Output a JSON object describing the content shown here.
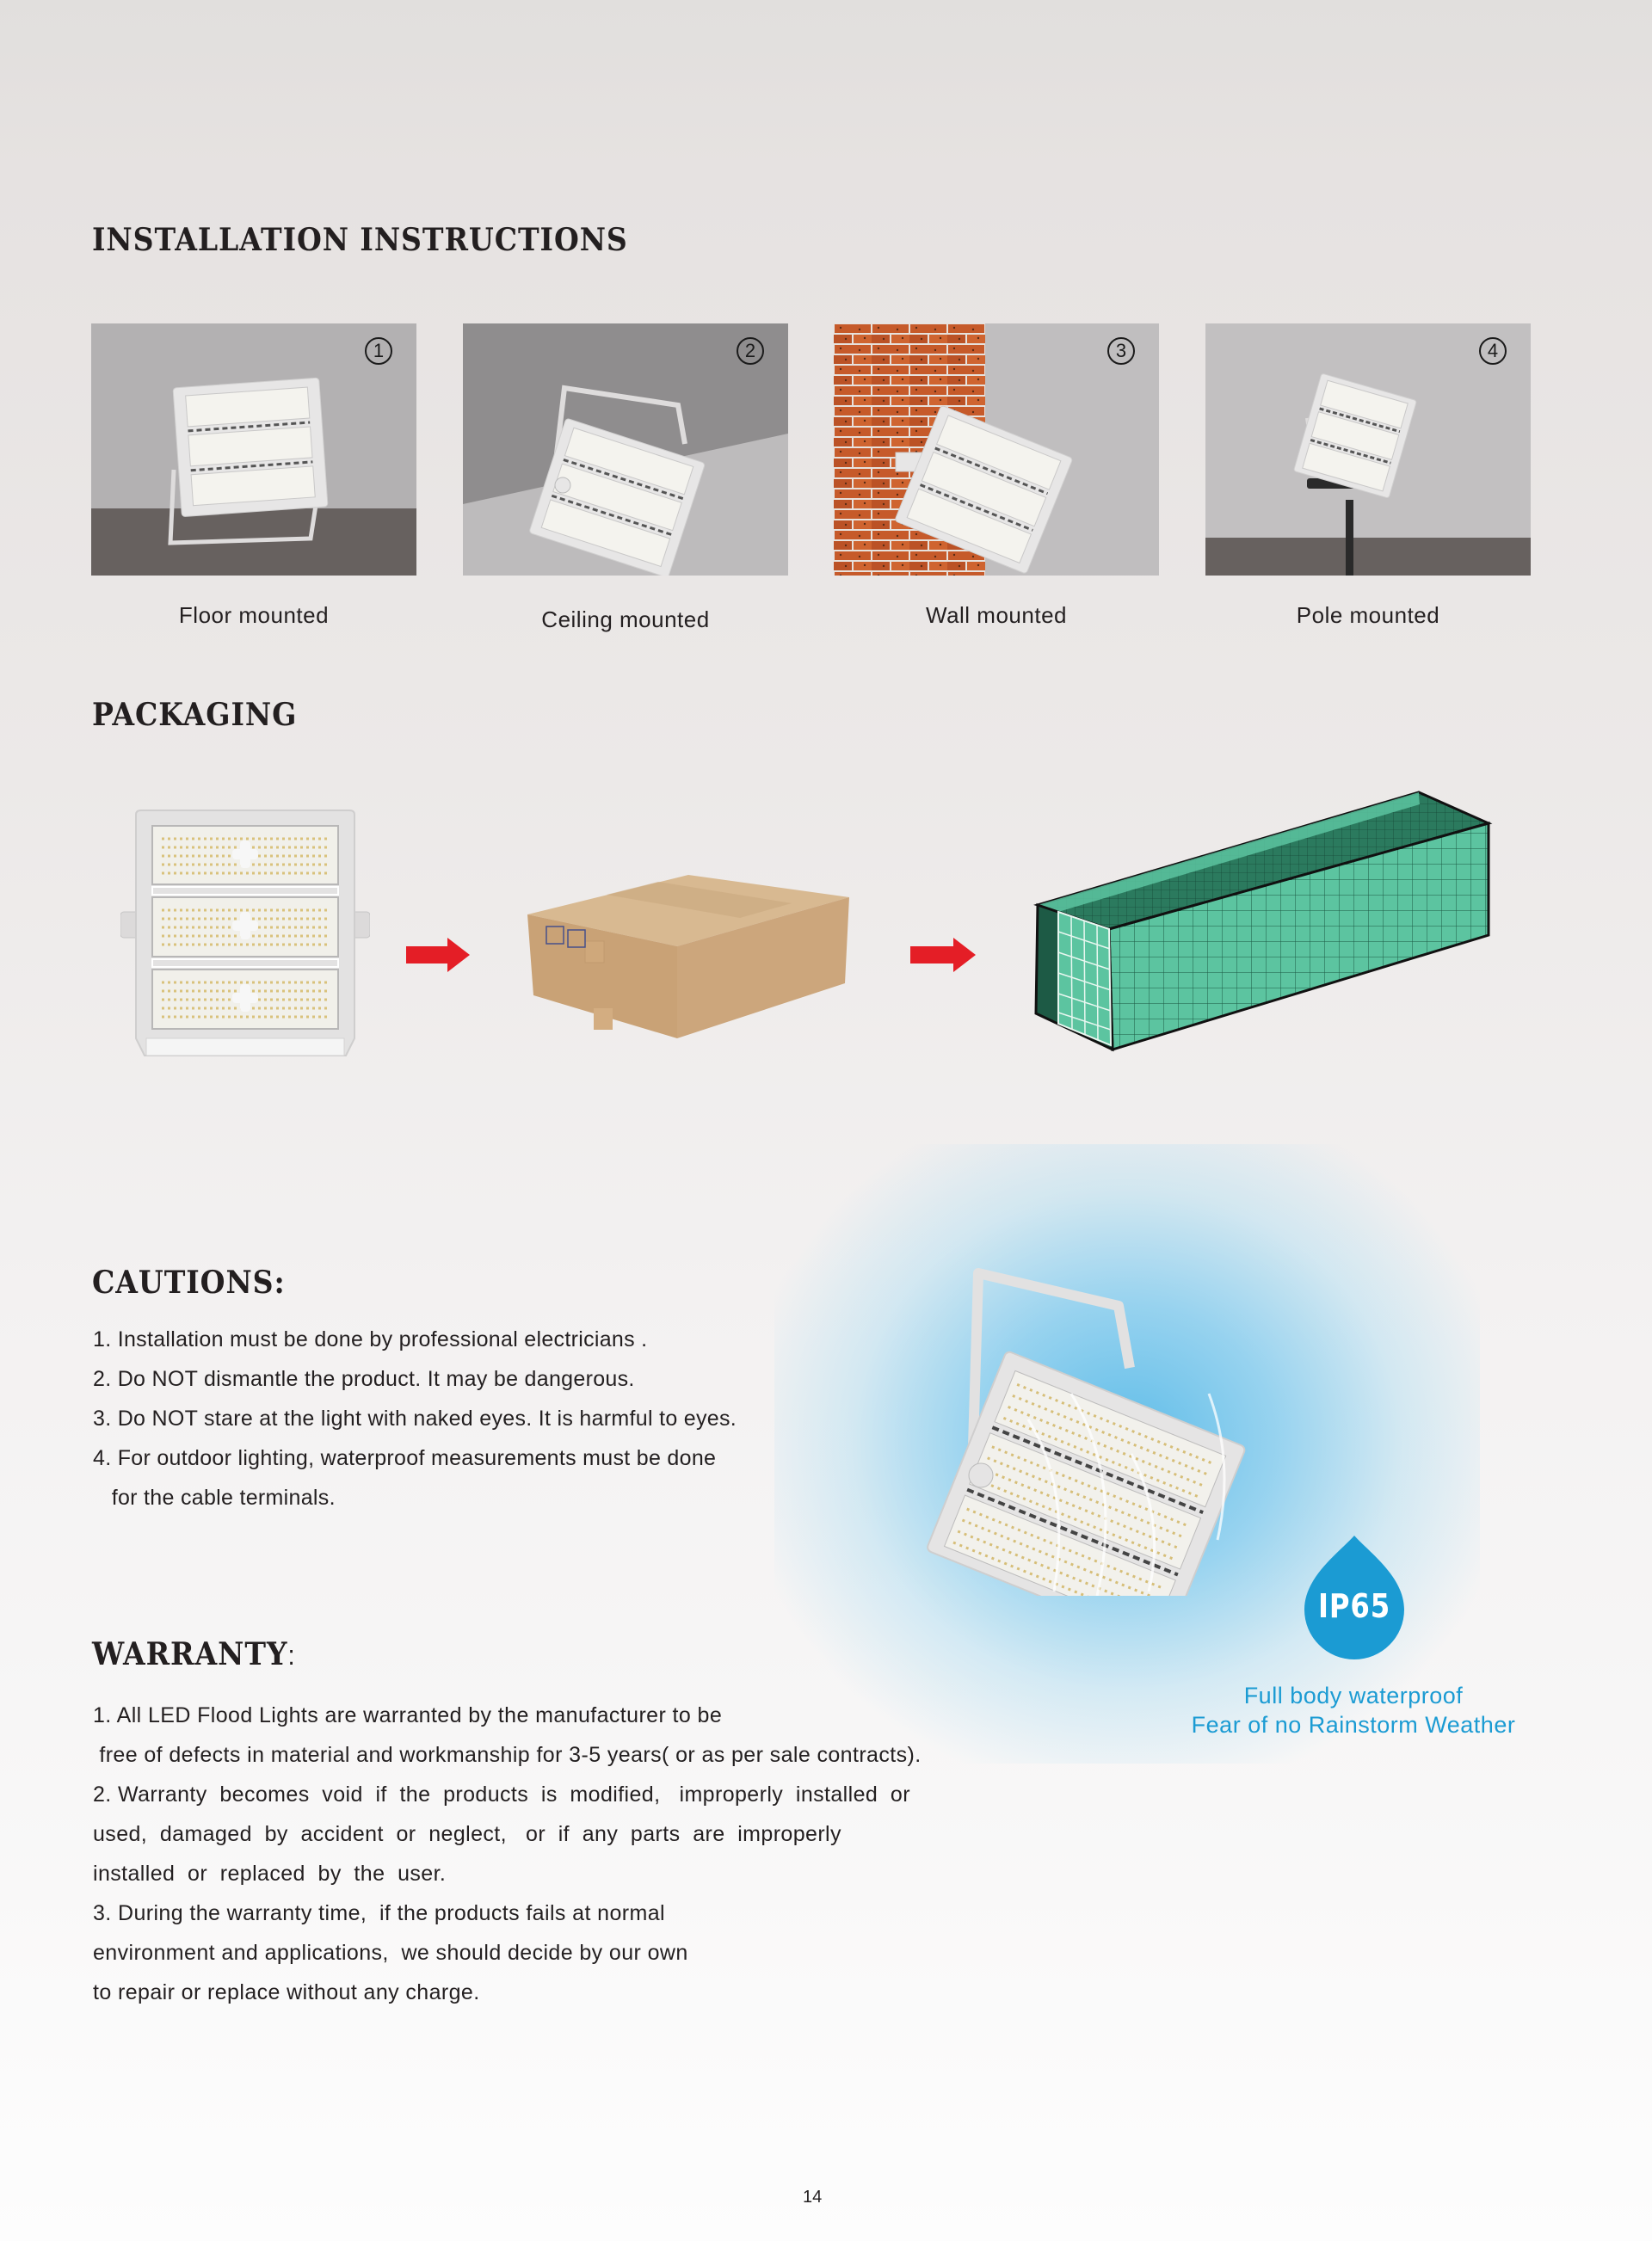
{
  "sections": {
    "installation": {
      "title": "INSTALLATION INSTRUCTIONS",
      "items": [
        {
          "number": "1",
          "caption": "Floor mounted",
          "scene": "floor"
        },
        {
          "number": "2",
          "caption": "Ceiling mounted",
          "scene": "ceiling"
        },
        {
          "number": "3",
          "caption": "Wall mounted",
          "scene": "wall"
        },
        {
          "number": "4",
          "caption": "Pole mounted",
          "scene": "pole"
        }
      ]
    },
    "packaging": {
      "title": "PACKAGING",
      "steps": [
        "floodlight-product-icon",
        "arrow-right-icon",
        "carton-box-icon",
        "arrow-right-icon",
        "shipping-container-icon"
      ]
    },
    "cautions": {
      "title": "CAUTIONS:",
      "items": [
        "1.  Installation must be done by professional electricians .",
        "2.   Do  NOT  dismantle  the  product. It may be dangerous.",
        "3.   Do  NOT  stare  at  the  light  with  naked  eyes.  It is harmful to eyes.",
        "4.   For outdoor lighting, waterproof measurements must be done",
        "   for the cable terminals."
      ]
    },
    "warranty": {
      "title": "WARRANTY",
      "colon": ":",
      "items": [
        "1. All LED Flood Lights are warranted by the manufacturer to be",
        " free of defects in material and workmanship for 3-5 years( or as per sale contracts).",
        "2. Warranty  becomes  void  if  the  products  is  modified,   improperly  installed  or",
        "used,  damaged  by  accident  or  neglect,   or  if  any  parts  are  improperly",
        "installed  or  replaced  by  the  user.",
        "3. During the warranty time,  if the products fails at normal",
        "environment and applications,  we should decide by our own",
        "to repair or replace without any charge."
      ]
    },
    "waterproof": {
      "badge": "IP65",
      "line1": "Full body waterproof",
      "line2": "Fear of no Rainstorm Weather",
      "accent_color": "#1b9bd3"
    }
  },
  "footer": {
    "page_number": "14"
  },
  "colors": {
    "heading": "#231f20",
    "panel_wall": "#bfbdbe",
    "panel_floor": "#67615f",
    "arrow": "#e41e26",
    "container": "#5cc4a0",
    "container_dark": "#1d5a45",
    "carton": "#cfa87b"
  }
}
